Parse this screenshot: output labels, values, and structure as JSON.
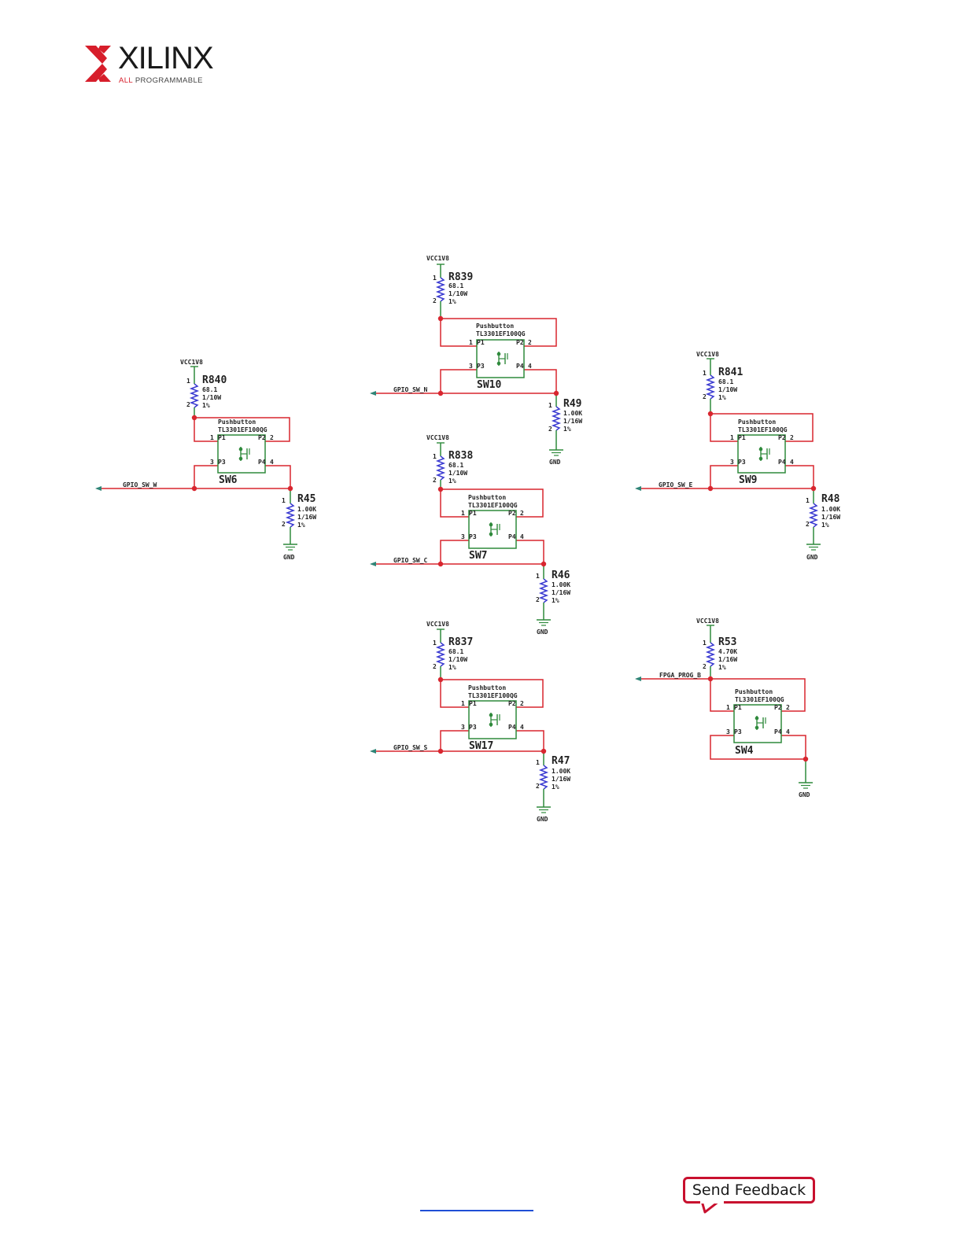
{
  "logo": {
    "icon": "xilinx-x-icon",
    "name": "XILINX",
    "tag_all": "ALL",
    "tag_rest": "PROGRAMMABLE"
  },
  "colors": {
    "wire": "#d8262f",
    "switch": "#2f8a3c",
    "resistor": "#3b3bd1",
    "net": "#2e8577",
    "brand": "#d71e2b"
  },
  "schematic": {
    "sw10": {
      "supply": "VCC1V8",
      "pull_ref": "R839",
      "pull_val": "68.1",
      "pull_pow": "1/10W",
      "pull_tol": "1%",
      "pin1": "1",
      "pin2": "2",
      "sw_type": "Pushbutton",
      "sw_part": "TL3301EF100QG",
      "p1": "P1",
      "p2": "P2",
      "p3": "P3",
      "p4": "P4",
      "n1": "1",
      "n2": "2",
      "n3": "3",
      "n4": "4",
      "sw_ref": "SW10",
      "net": "GPIO_SW_N",
      "down_ref": "R49",
      "down_val": "1.00K",
      "down_pow": "1/16W",
      "down_tol": "1%",
      "gnd": "GND"
    },
    "sw6": {
      "supply": "VCC1V8",
      "pull_ref": "R840",
      "pull_val": "68.1",
      "pull_pow": "1/10W",
      "pull_tol": "1%",
      "pin1": "1",
      "pin2": "2",
      "sw_type": "Pushbutton",
      "sw_part": "TL3301EF100QG",
      "p1": "P1",
      "p2": "P2",
      "p3": "P3",
      "p4": "P4",
      "n1": "1",
      "n2": "2",
      "n3": "3",
      "n4": "4",
      "sw_ref": "SW6",
      "net": "GPIO_SW_W",
      "down_ref": "R45",
      "down_val": "1.00K",
      "down_pow": "1/16W",
      "down_tol": "1%",
      "gnd": "GND"
    },
    "sw9": {
      "supply": "VCC1V8",
      "pull_ref": "R841",
      "pull_val": "68.1",
      "pull_pow": "1/10W",
      "pull_tol": "1%",
      "pin1": "1",
      "pin2": "2",
      "sw_type": "Pushbutton",
      "sw_part": "TL3301EF100QG",
      "p1": "P1",
      "p2": "P2",
      "p3": "P3",
      "p4": "P4",
      "n1": "1",
      "n2": "2",
      "n3": "3",
      "n4": "4",
      "sw_ref": "SW9",
      "net": "GPIO_SW_E",
      "down_ref": "R48",
      "down_val": "1.00K",
      "down_pow": "1/16W",
      "down_tol": "1%",
      "gnd": "GND"
    },
    "sw7": {
      "supply": "VCC1V8",
      "pull_ref": "R838",
      "pull_val": "68.1",
      "pull_pow": "1/10W",
      "pull_tol": "1%",
      "pin1": "1",
      "pin2": "2",
      "sw_type": "Pushbutton",
      "sw_part": "TL3301EF100QG",
      "p1": "P1",
      "p2": "P2",
      "p3": "P3",
      "p4": "P4",
      "n1": "1",
      "n2": "2",
      "n3": "3",
      "n4": "4",
      "sw_ref": "SW7",
      "net": "GPIO_SW_C",
      "down_ref": "R46",
      "down_val": "1.00K",
      "down_pow": "1/16W",
      "down_tol": "1%",
      "gnd": "GND"
    },
    "sw17": {
      "supply": "VCC1V8",
      "pull_ref": "R837",
      "pull_val": "68.1",
      "pull_pow": "1/10W",
      "pull_tol": "1%",
      "pin1": "1",
      "pin2": "2",
      "sw_type": "Pushbutton",
      "sw_part": "TL3301EF100QG",
      "p1": "P1",
      "p2": "P2",
      "p3": "P3",
      "p4": "P4",
      "n1": "1",
      "n2": "2",
      "n3": "3",
      "n4": "4",
      "sw_ref": "SW17",
      "net": "GPIO_SW_S",
      "down_ref": "R47",
      "down_val": "1.00K",
      "down_pow": "1/16W",
      "down_tol": "1%",
      "gnd": "GND"
    },
    "sw4": {
      "supply": "VCC1V8",
      "pull_ref": "R53",
      "pull_val": "4.70K",
      "pull_pow": "1/16W",
      "pull_tol": "1%",
      "pin1": "1",
      "pin2": "2",
      "sw_type": "Pushbutton",
      "sw_part": "TL3301EF100QG",
      "p1": "P1",
      "p2": "P2",
      "p3": "P3",
      "p4": "P4",
      "n1": "1",
      "n2": "2",
      "n3": "3",
      "n4": "4",
      "sw_ref": "SW4",
      "net": "FPGA_PROG_B",
      "gnd": "GND"
    }
  },
  "footer": {
    "feedback_label": "Send Feedback"
  }
}
